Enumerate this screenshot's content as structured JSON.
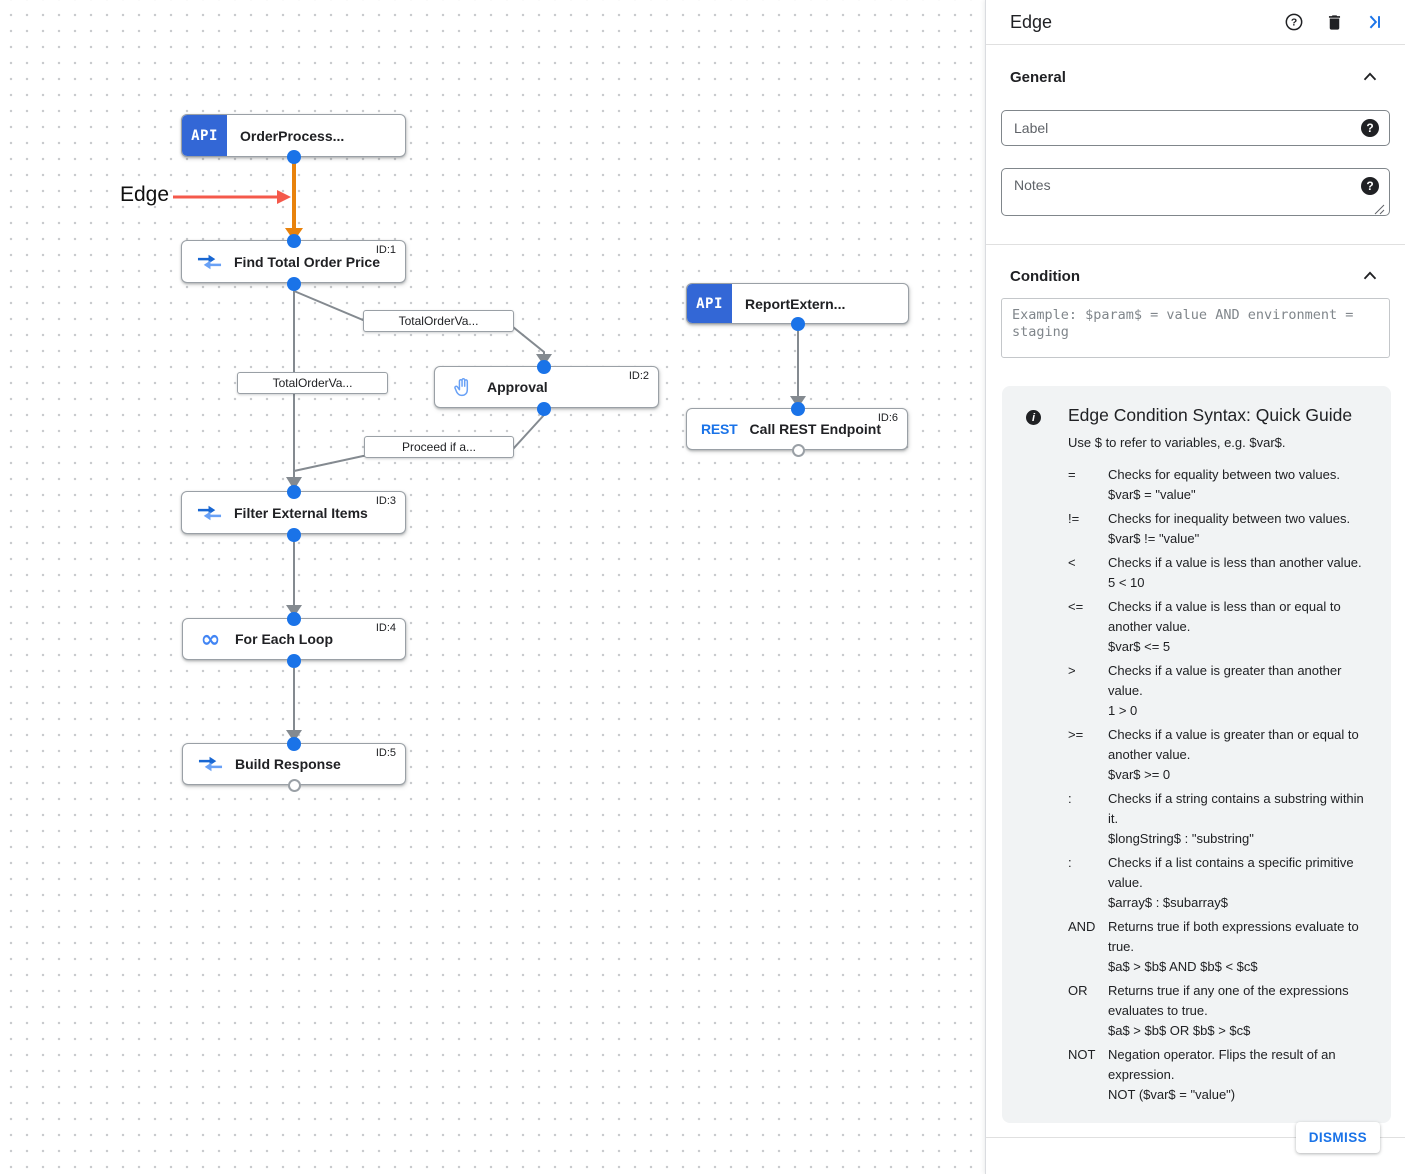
{
  "canvas": {
    "annotation_label": "Edge",
    "nodes": [
      {
        "title": "OrderProcess...",
        "badge": "API"
      },
      {
        "title": "Find Total Order Price",
        "id": "ID:1"
      },
      {
        "title": "ReportExtern...",
        "badge": "API"
      },
      {
        "title": "Approval",
        "id": "ID:2"
      },
      {
        "title": "Call REST Endpoint",
        "id": "ID:6",
        "badge": "REST"
      },
      {
        "title": "Filter External Items",
        "id": "ID:3"
      },
      {
        "title": "For Each Loop",
        "id": "ID:4"
      },
      {
        "title": "Build Response",
        "id": "ID:5"
      }
    ],
    "edge_labels": [
      "TotalOrderVa...",
      "TotalOrderVa...",
      "Proceed if a..."
    ]
  },
  "icons": {
    "infinity_glyph": "∞",
    "help_glyph": "?",
    "info_glyph": "i"
  },
  "colors": {
    "port_blue": "#1a73e8",
    "selected_edge_orange": "#e8820c",
    "annotation_red": "#f4594b",
    "edge_grey": "#848a90",
    "api_badge_blue": "#3367d6",
    "guide_bg": "#f1f3f4"
  },
  "panel": {
    "title": "Edge",
    "general_section": "General",
    "condition_section": "Condition",
    "label_placeholder": "Label",
    "notes_placeholder": "Notes",
    "condition_placeholder": "Example: $param$ = value AND environment = staging",
    "guide": {
      "title": "Edge Condition Syntax: Quick Guide",
      "subtitle": "Use $ to refer to variables, e.g. $var$.",
      "rows": [
        {
          "op": "=",
          "desc": "Checks for equality between two values.",
          "example": "$var$ = \"value\""
        },
        {
          "op": "!=",
          "desc": "Checks for inequality between two values.",
          "example": "$var$ != \"value\""
        },
        {
          "op": "<",
          "desc": "Checks if a value is less than another value.",
          "example": "5 < 10"
        },
        {
          "op": "<=",
          "desc": "Checks if a value is less than or equal to another value.",
          "example": "$var$ <= 5"
        },
        {
          "op": ">",
          "desc": "Checks if a value is greater than another value.",
          "example": "1 > 0"
        },
        {
          "op": ">=",
          "desc": "Checks if a value is greater than or equal to another value.",
          "example": "$var$ >= 0"
        },
        {
          "op": ":",
          "desc": "Checks if a string contains a substring within it.",
          "example": "$longString$ : \"substring\""
        },
        {
          "op": ":",
          "desc": "Checks if a list contains a specific primitive value.",
          "example": "$array$ : $subarray$"
        },
        {
          "op": "AND",
          "desc": "Returns true if both expressions evaluate to true.",
          "example": "$a$ > $b$ AND $b$ < $c$"
        },
        {
          "op": "OR",
          "desc": "Returns true if any one of the expressions evaluates to true.",
          "example": "$a$ > $b$ OR $b$ > $c$"
        },
        {
          "op": "NOT",
          "desc": "Negation operator. Flips the result of an expression.",
          "example": "NOT ($var$ = \"value\")"
        }
      ]
    },
    "dismiss_label": "DISMISS"
  }
}
